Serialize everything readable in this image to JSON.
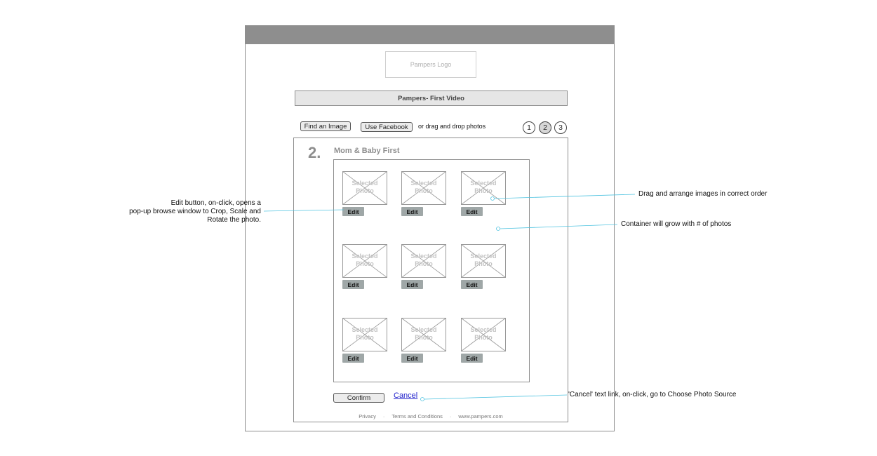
{
  "header": {
    "logo_text": "Pampers Logo",
    "title": "Pampers- First Video"
  },
  "toolbar": {
    "find_image_label": "Find an Image",
    "use_facebook_label": "Use Facebook",
    "drag_text": "or drag and drop photos",
    "steps": [
      "1",
      "2",
      "3"
    ],
    "active_step": "2"
  },
  "section": {
    "step_number": "2.",
    "title": "Mom & Baby First"
  },
  "photos": [
    {
      "label_line1": "Selected",
      "label_line2": "Photo",
      "edit_label": "Edit"
    },
    {
      "label_line1": "Selected",
      "label_line2": "Photo",
      "edit_label": "Edit"
    },
    {
      "label_line1": "Selected",
      "label_line2": "Photo",
      "edit_label": "Edit"
    },
    {
      "label_line1": "Selected",
      "label_line2": "Photo",
      "edit_label": "Edit"
    },
    {
      "label_line1": "Selected",
      "label_line2": "Photo",
      "edit_label": "Edit"
    },
    {
      "label_line1": "Selected",
      "label_line2": "Photo",
      "edit_label": "Edit"
    },
    {
      "label_line1": "Selected",
      "label_line2": "Photo",
      "edit_label": "Edit"
    },
    {
      "label_line1": "Selected",
      "label_line2": "Photo",
      "edit_label": "Edit"
    },
    {
      "label_line1": "Selected",
      "label_line2": "Photo",
      "edit_label": "Edit"
    }
  ],
  "actions": {
    "confirm_label": "Confirm",
    "cancel_label": "Cancel"
  },
  "footer": {
    "links": [
      "Privacy",
      "Terms and Conditions",
      "www.pampers.com"
    ],
    "separator": "·"
  },
  "annotations": {
    "edit_note_line1": "Edit button, on-click, opens a",
    "edit_note_line2": "pop-up browse window to Crop, Scale and",
    "edit_note_line3": "Rotate the photo.",
    "drag_note": "Drag and arrange images in correct order",
    "container_note": "Container will grow with # of photos",
    "cancel_note": "'Cancel' text link, on-click, go to Choose Photo Source"
  },
  "colors": {
    "frame_gray": "#8e8e8e",
    "edit_button": "#9fa7a7",
    "link_blue": "#2222cc",
    "callout_cyan": "#4fc3e0"
  }
}
